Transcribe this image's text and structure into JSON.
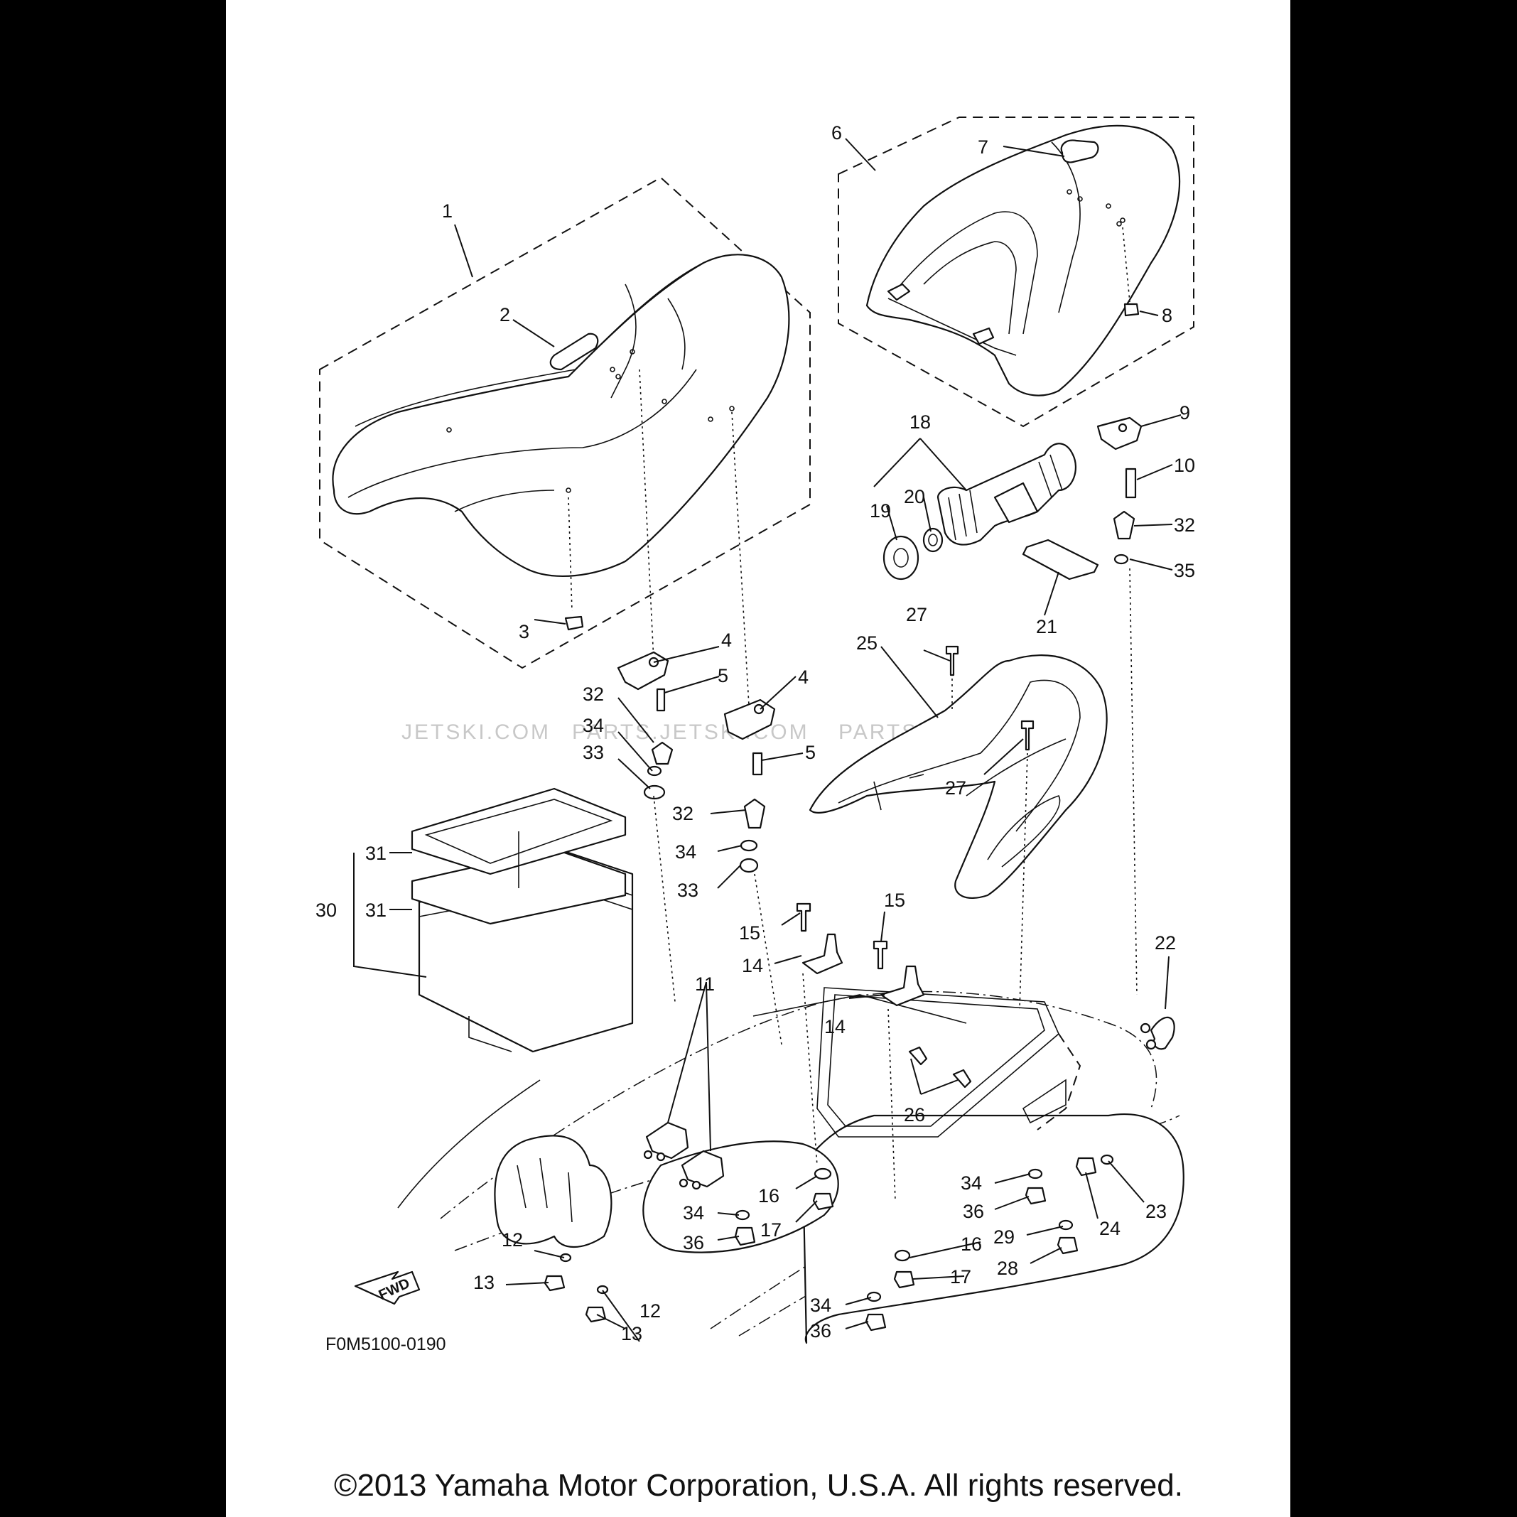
{
  "drawing_code": "F0M5100-0190",
  "fwd_label": "FWD",
  "copyright": "©2013 Yamaha Motor Corporation, U.S.A. All rights reserved.",
  "watermarks": [
    "JETSKI.COM",
    "PARTS.JETSKI.COM",
    "PARTS.JETSKI.COM"
  ],
  "callouts": {
    "c1": "1",
    "c2": "2",
    "c3": "3",
    "c4a": "4",
    "c4b": "4",
    "c5a": "5",
    "c5b": "5",
    "c6": "6",
    "c7": "7",
    "c8": "8",
    "c9": "9",
    "c10": "10",
    "c11": "11",
    "c12a": "12",
    "c12b": "12",
    "c13a": "13",
    "c13b": "13",
    "c14a": "14",
    "c14b": "14",
    "c15a": "15",
    "c15b": "15",
    "c16a": "16",
    "c16b": "16",
    "c17a": "17",
    "c17b": "17",
    "c18": "18",
    "c19": "19",
    "c20": "20",
    "c21": "21",
    "c22": "22",
    "c23": "23",
    "c24": "24",
    "c25": "25",
    "c26": "26",
    "c27a": "27",
    "c27b": "27",
    "c28": "28",
    "c29": "29",
    "c30": "30",
    "c31a": "31",
    "c31b": "31",
    "c32a": "32",
    "c32b": "32",
    "c32c": "32",
    "c33a": "33",
    "c33b": "33",
    "c34a": "34",
    "c34b": "34",
    "c34c": "34",
    "c34d": "34",
    "c34e": "34",
    "c35": "35",
    "c36a": "36",
    "c36b": "36",
    "c36c": "36"
  }
}
